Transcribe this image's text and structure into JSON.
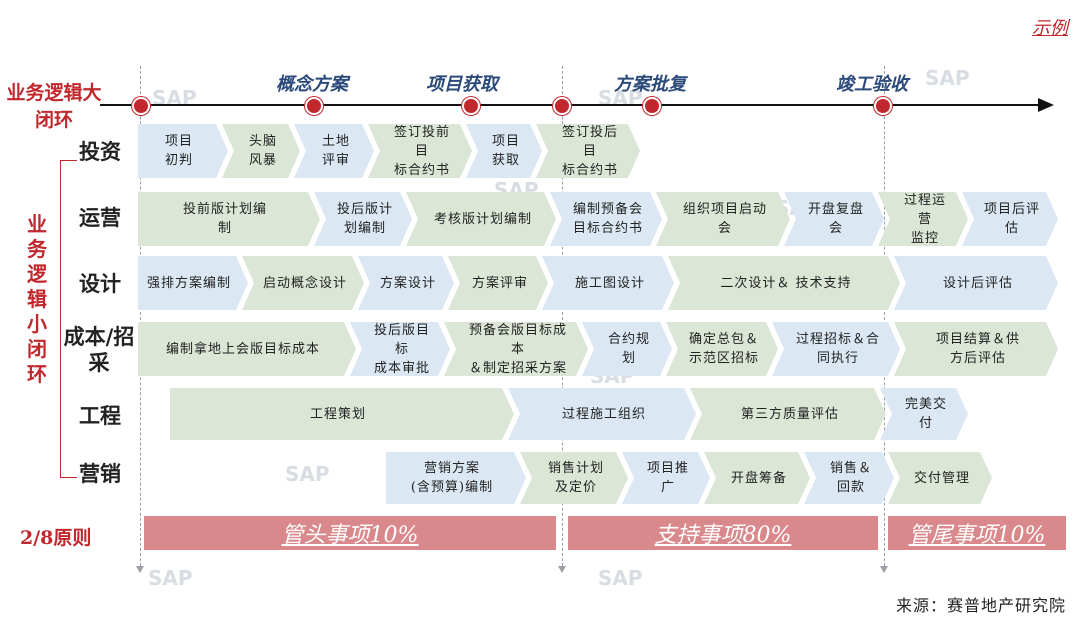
{
  "sample_label": "示例",
  "big_loop_label": "业务逻辑大闭环",
  "small_loop_label": "业务逻辑小闭环",
  "rule_label": "2/8原则",
  "source": "来源：赛普地产研究院",
  "watermark": "SAP",
  "phases": [
    "概念方案",
    "项目获取",
    "方案批复",
    "竣工验收"
  ],
  "rows": [
    "投资",
    "运营",
    "设计",
    "成本/招采",
    "工程",
    "营销"
  ],
  "steps": {
    "invest": [
      "项目\n初判",
      "头脑\n风暴",
      "土地\n评审",
      "签订投前目\n标合约书",
      "项目\n获取",
      "签订投后目\n标合约书"
    ],
    "ops": [
      "投前版计划编\n制",
      "投后版计\n划编制",
      "考核版计划编制",
      "编制预备会\n目标合约书",
      "组织项目启动\n会",
      "开盘复盘会",
      "过程运营\n监控",
      "项目后评估"
    ],
    "design": [
      "强排方案编制",
      "启动概念设计",
      "方案设计",
      "方案评审",
      "施工图设计",
      "二次设计＆ 技术支持",
      "设计后评估"
    ],
    "cost": [
      "编制拿地上会版目标成本",
      "投后版目标\n成本审批",
      "预备会版目标成本\n＆制定招采方案",
      "合约规划",
      "确定总包＆\n示范区招标",
      "过程招标＆合\n同执行",
      "项目结算＆供\n方后评估"
    ],
    "eng": [
      "工程策划",
      "过程施工组织",
      "第三方质量评估",
      "完美交付"
    ],
    "mkt": [
      "营销方案\n(含预算)编制",
      "销售计划\n及定价",
      "项目推广",
      "开盘筹备",
      "销售＆\n回款",
      "交付管理"
    ]
  },
  "bands": [
    "管头事项10%",
    "支持事项80%",
    "管尾事项10%"
  ]
}
